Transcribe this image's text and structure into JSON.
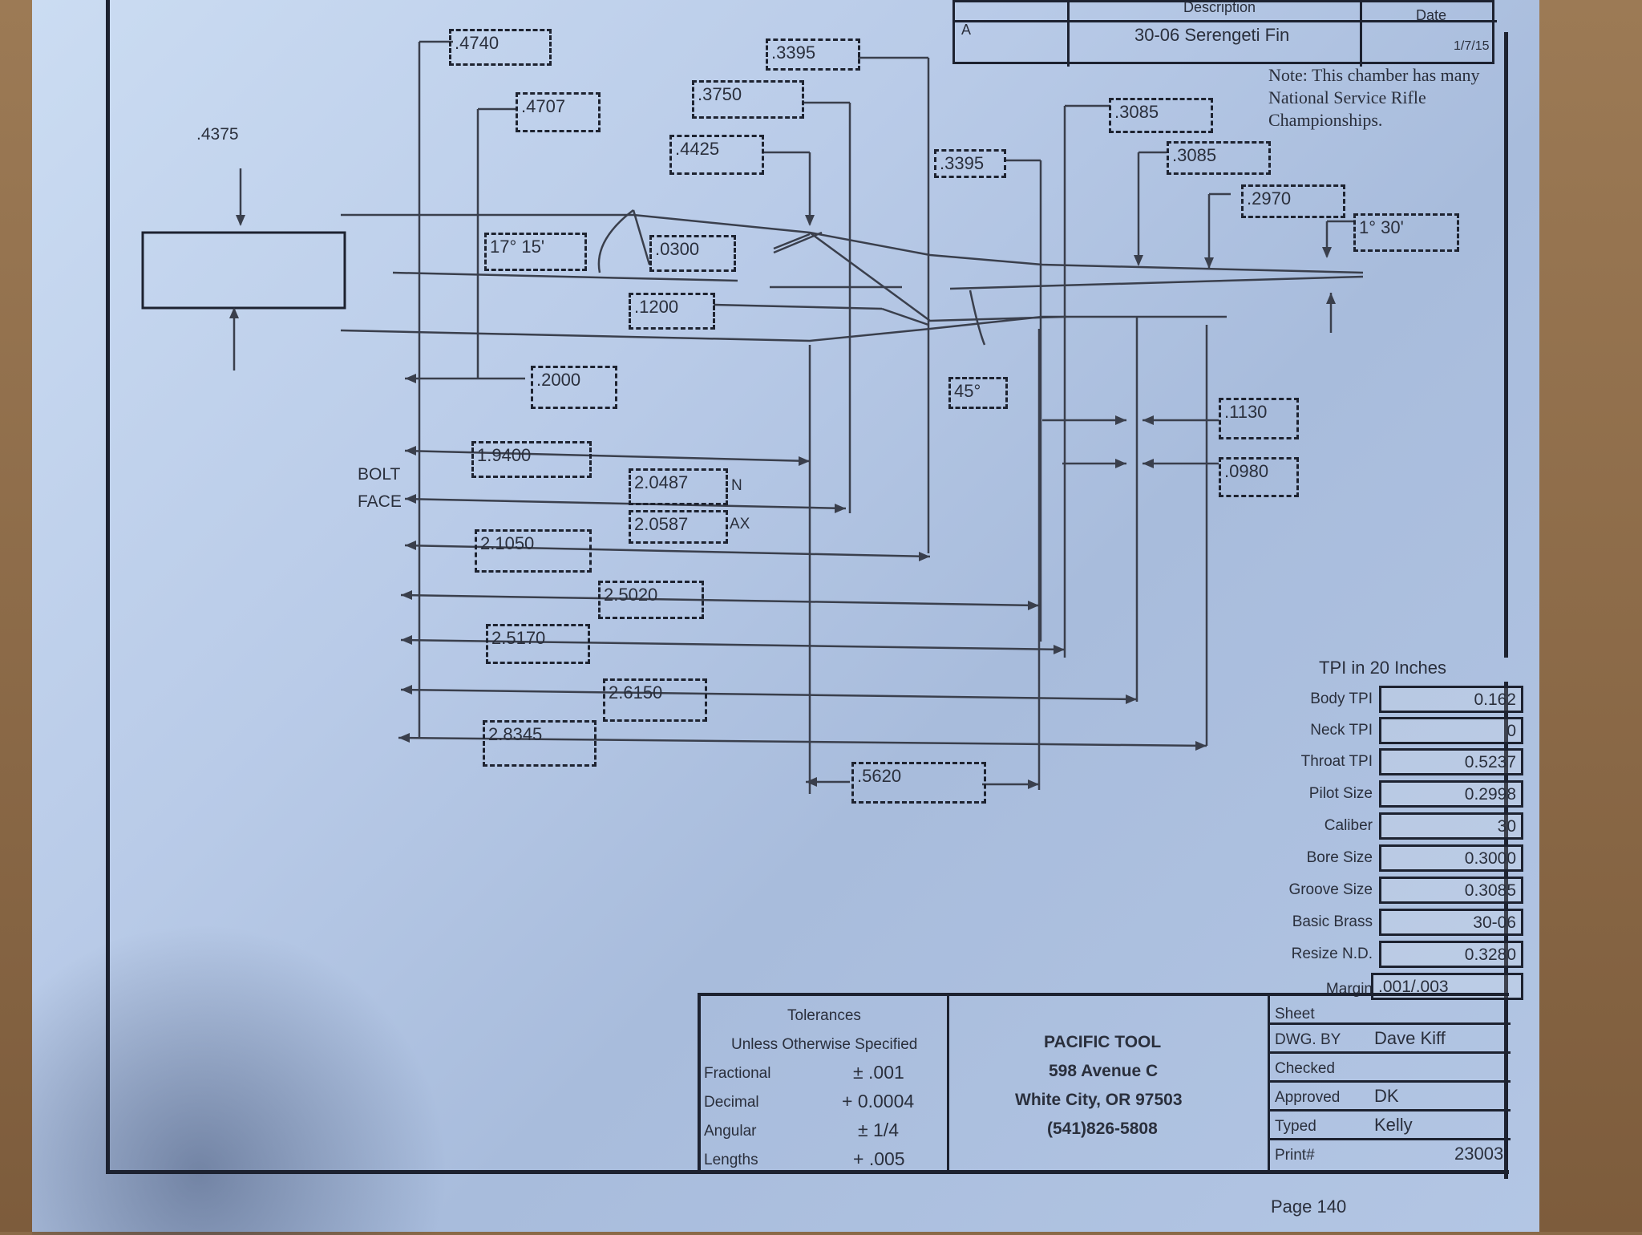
{
  "revision": {
    "header_description": "Description",
    "header_date": "Date",
    "rev": "A",
    "description": "30-06 Serengeti Fin",
    "date": "1/7/15"
  },
  "note": "Note: This chamber has many National Service Rifle Championships.",
  "dimensions": {
    "d_4375": ".4375",
    "d_4740": ".4740",
    "d_3395a": ".3395",
    "d_4707": ".4707",
    "d_3750": ".3750",
    "d_4425": ".4425",
    "d_3395b": ".3395",
    "d_3085a": ".3085",
    "d_3085b": ".3085",
    "d_2970": ".2970",
    "d_angle_1_30": "1° 30'",
    "d_angle_17_15": "17° 15'",
    "d_0300": ".0300",
    "d_1200": ".1200",
    "d_2000": ".2000",
    "d_45": "45°",
    "d_1130": ".1130",
    "d_0980": ".0980",
    "d_19400": "1.9400",
    "d_20487": "2.0487",
    "d_20587": "2.0587",
    "d_min": "N",
    "d_max": "AX",
    "d_21050": "2.1050",
    "d_25020": "2.5020",
    "d_25170": "2.5170",
    "d_26150": "2.6150",
    "d_28345": "2.8345",
    "d_5620": ".5620",
    "bolt": "BOLT",
    "face": "FACE"
  },
  "tpi": {
    "title": "TPI in 20 Inches",
    "rows": [
      {
        "label": "Body TPI",
        "value": "0.162"
      },
      {
        "label": "Neck TPI",
        "value": "0"
      },
      {
        "label": "Throat TPI",
        "value": "0.5237"
      },
      {
        "label": "Pilot Size",
        "value": "0.2998"
      },
      {
        "label": "Caliber",
        "value": "30"
      },
      {
        "label": "Bore Size",
        "value": "0.3000"
      },
      {
        "label": "Groove Size",
        "value": "0.3085"
      },
      {
        "label": "Basic Brass",
        "value": "30-06"
      },
      {
        "label": "Resize N.D.",
        "value": "0.3280"
      },
      {
        "label": "Margin",
        "value": ".001/.003"
      }
    ]
  },
  "tolerances": {
    "title": "Tolerances",
    "subtitle": "Unless Otherwise Specified",
    "rows": [
      {
        "label": "Fractional",
        "value": "± .001"
      },
      {
        "label": "Decimal",
        "value": "+ 0.0004"
      },
      {
        "label": "Angular",
        "value": "± 1/4"
      },
      {
        "label": "Lengths",
        "value": "+ .005"
      }
    ]
  },
  "company": {
    "name": "PACIFIC TOOL",
    "street": "598 Avenue C",
    "city": "White City, OR 97503",
    "phone": "(541)826-5808"
  },
  "signoff": {
    "sheet": "Sheet",
    "dwg_by_label": "DWG. BY",
    "dwg_by": "Dave Kiff",
    "checked_label": "Checked",
    "approved_label": "Approved",
    "approved": "DK",
    "typed_label": "Typed",
    "typed": "Kelly",
    "print_label": "Print#",
    "print": "23003"
  },
  "page": "Page 140"
}
